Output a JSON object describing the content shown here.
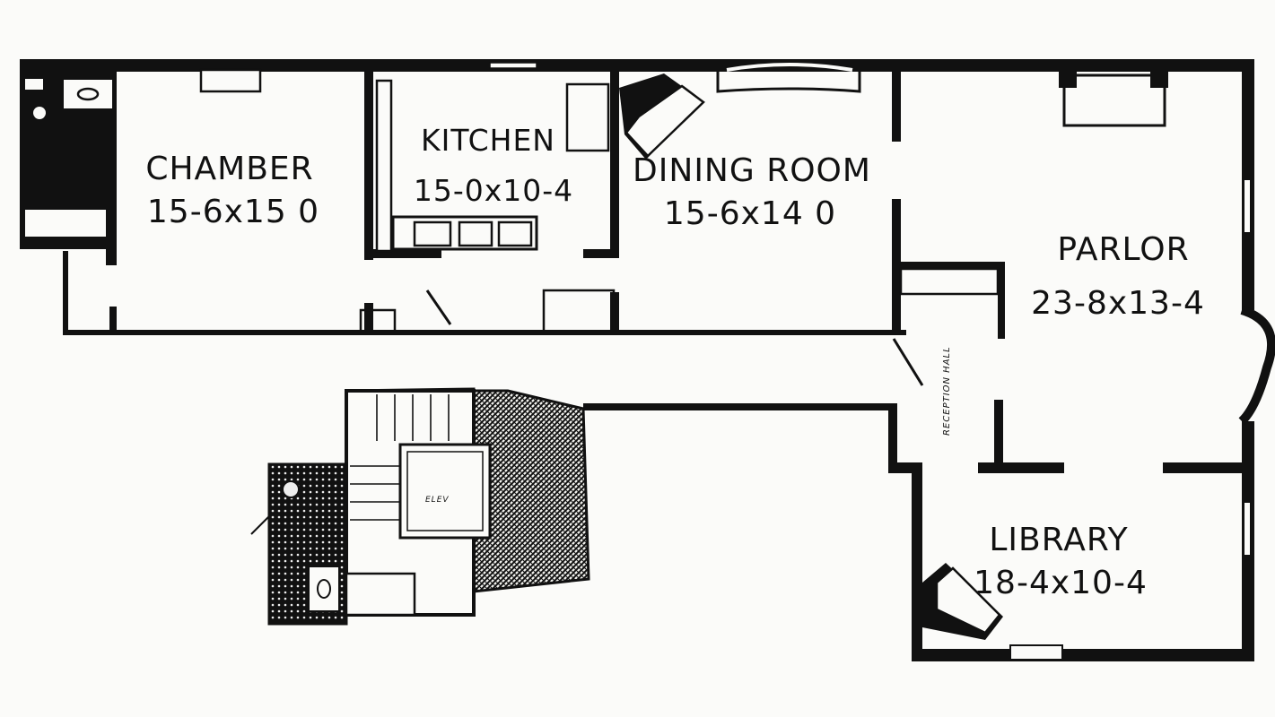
{
  "rooms": {
    "chamber": {
      "name": "CHAMBER",
      "size": "15-6x15 0"
    },
    "kitchen": {
      "name": "KITCHEN",
      "size": "15-0x10-4"
    },
    "dining": {
      "name": "DINING ROOM",
      "size": "15-6x14 0"
    },
    "parlor": {
      "name": "PARLOR",
      "size": "23-8x13-4"
    },
    "library": {
      "name": "LIBRARY",
      "size": "18-4x10-4"
    }
  },
  "labels": {
    "hall": "RECEPTION HALL",
    "elevator": "ELEV"
  }
}
